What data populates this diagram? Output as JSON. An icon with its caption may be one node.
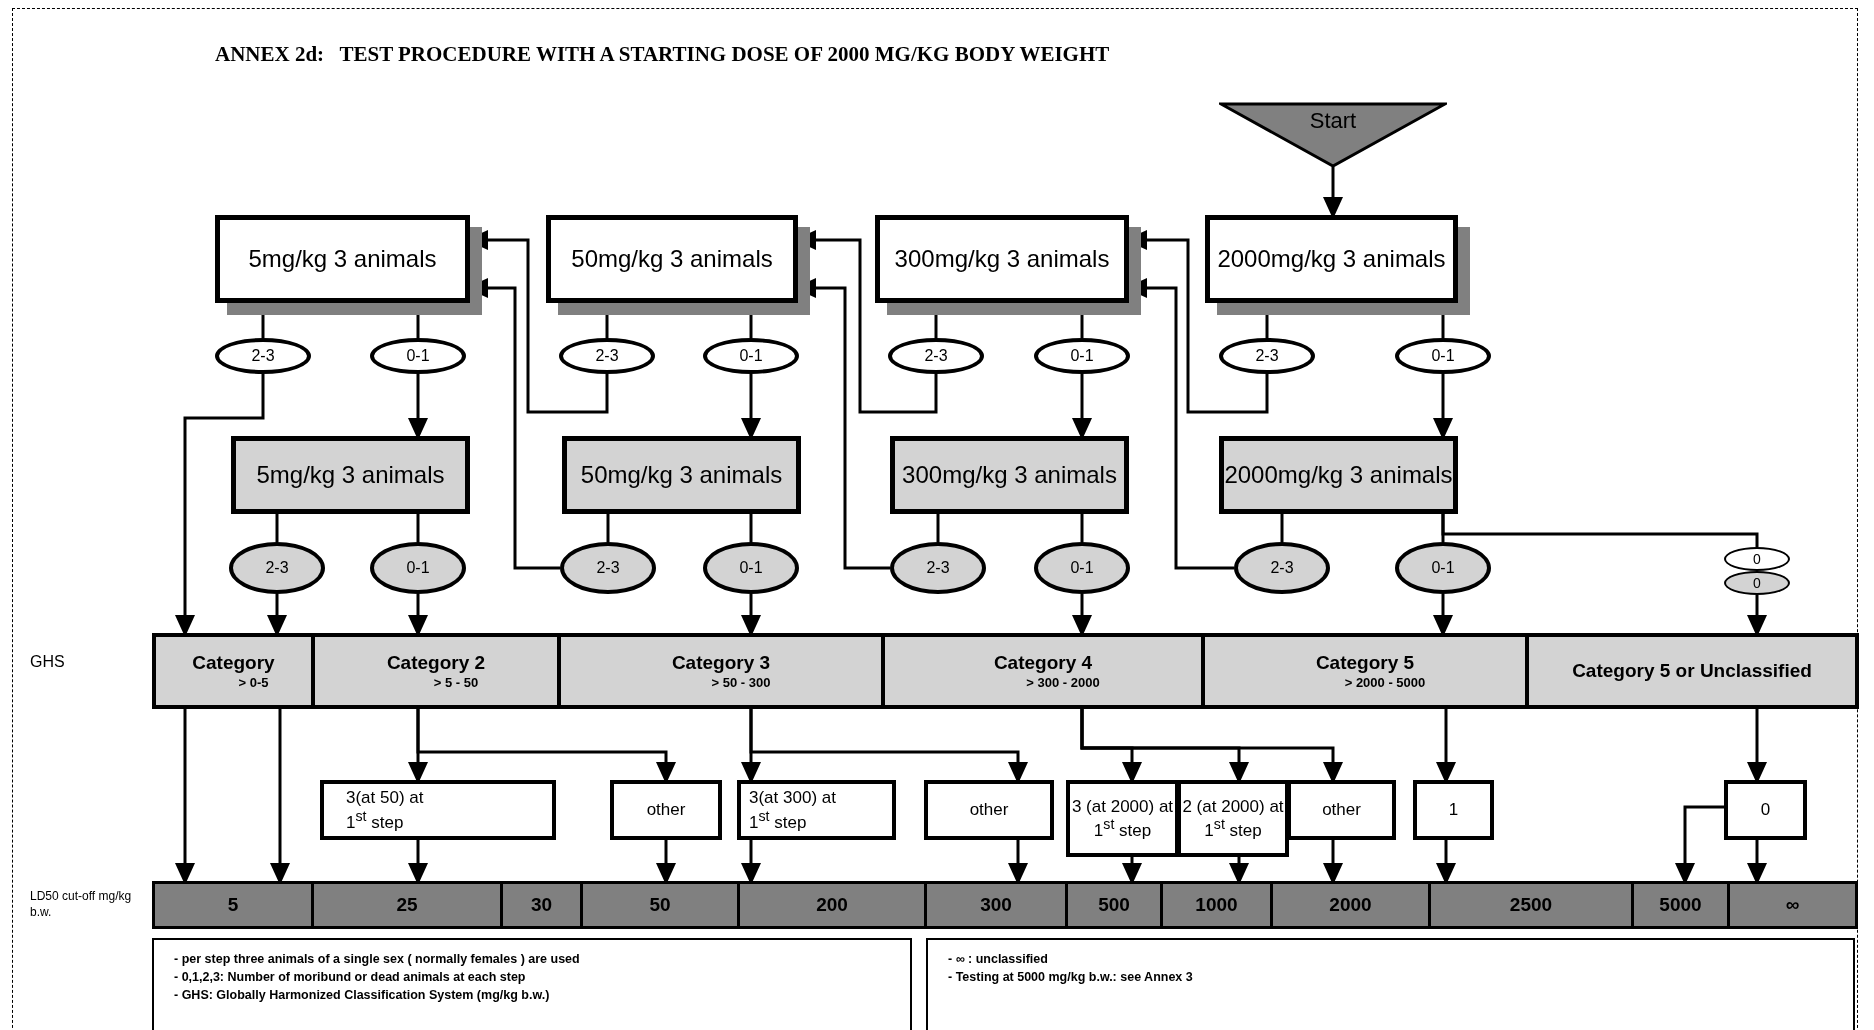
{
  "diagram": {
    "title": "ANNEX 2d:   TEST PROCEDURE WITH A STARTING DOSE OF 2000 MG/KG BODY WEIGHT",
    "nodes": [
      {
        "text": [
          "Start"
        ]
      },
      {
        "text": [
          "5mg/kg 3 animals"
        ]
      },
      {
        "text": [
          "50mg/kg 3 animals"
        ]
      },
      {
        "text": [
          "300mg/kg 3 animals"
        ]
      },
      {
        "text": [
          "2000mg/kg 3 animals"
        ]
      },
      {
        "text": [
          "2-3"
        ]
      },
      {
        "text": [
          "0-1"
        ]
      },
      {
        "text": [
          "2-3"
        ]
      },
      {
        "text": [
          "0-1"
        ]
      },
      {
        "text": [
          "2-3"
        ]
      },
      {
        "text": [
          "0-1"
        ]
      },
      {
        "text": [
          "2-3"
        ]
      },
      {
        "text": [
          "0-1"
        ]
      },
      {
        "text": [
          "5mg/kg 3 animals"
        ]
      },
      {
        "text": [
          "50mg/kg 3 animals"
        ]
      },
      {
        "text": [
          "300mg/kg 3 animals"
        ]
      },
      {
        "text": [
          "2000mg/kg 3 animals"
        ]
      },
      {
        "text": [
          "2-3"
        ]
      },
      {
        "text": [
          "0-1"
        ]
      },
      {
        "text": [
          "2-3"
        ]
      },
      {
        "text": [
          "0-1"
        ]
      },
      {
        "text": [
          "2-3"
        ]
      },
      {
        "text": [
          "0-1"
        ]
      },
      {
        "text": [
          "2-3"
        ]
      },
      {
        "text": [
          "0-1"
        ]
      },
      {
        "text": [
          "0"
        ]
      },
      {
        "text": [
          "0"
        ]
      },
      {
        "text": [
          "Category",
          "> 0-5"
        ]
      },
      {
        "text": [
          "Category 2",
          "> 5 - 50"
        ]
      },
      {
        "text": [
          "Category 3",
          "> 50 - 300"
        ]
      },
      {
        "text": [
          "Category 4",
          "> 300 - 2000"
        ]
      },
      {
        "text": [
          "Category 5",
          "> 2000 - 5000"
        ]
      },
      {
        "text": [
          "Category 5 or Unclassified"
        ]
      },
      {
        "text": [
          "3(at 50) at 1$^{st}$ step"
        ]
      },
      {
        "text": [
          "other"
        ]
      },
      {
        "text": [
          "3(at 300) at 1$^{st}$ step"
        ]
      },
      {
        "text": [
          "other"
        ]
      },
      {
        "text": [
          "3 (at 2000) at 1$^{st}$ step"
        ]
      },
      {
        "text": [
          "2 (at 2000) at 1$^{st}$ step"
        ]
      },
      {
        "text": [
          "other"
        ]
      },
      {
        "text": [
          "1"
        ]
      },
      {
        "text": [
          "0"
        ]
      },
      {
        "text": [
          "5"
        ]
      },
      {
        "text": [
          "25"
        ]
      },
      {
        "text": [
          "30"
        ]
      },
      {
        "text": [
          "50"
        ]
      },
      {
        "text": [
          "200"
        ]
      },
      {
        "text": [
          "300"
        ]
      },
      {
        "text": [
          "500"
        ]
      },
      {
        "text": [
          "1000"
        ]
      },
      {
        "text": [
          "2000"
        ]
      },
      {
        "text": [
          "2500"
        ]
      },
      {
        "text": [
          "5000"
        ]
      },
      {
        "text": [
          "∞"
        ]
      },
      {
        "text": [
          "- per step three animals of a single sex ( normally females ) are used",
          "- 0,1,2,3: Number of moribund or dead animals at each step",
          "- GHS: Globally Harmonized Classification System (mg/kg b.w.)"
        ]
      },
      {
        "text": [
          "- ∞ : unclassified",
          "- Testing at 5000 mg/kg b.w.: see Annex 3"
        ]
      }
    ],
    "edges": [
      {
        "from": 0,
        "to": 4,
        "arrow": "to"
      },
      {
        "from": 1,
        "to": 5,
        "arrow": "none"
      },
      {
        "from": 1,
        "to": 6,
        "arrow": "none"
      },
      {
        "from": 2,
        "to": 7,
        "arrow": "none"
      },
      {
        "from": 2,
        "to": 8,
        "arrow": "none"
      },
      {
        "from": 3,
        "to": 9,
        "arrow": "none"
      },
      {
        "from": 3,
        "to": 10,
        "arrow": "none"
      },
      {
        "from": 4,
        "to": 11,
        "arrow": "none"
      },
      {
        "from": 4,
        "to": 12,
        "arrow": "none"
      },
      {
        "from": 6,
        "to": 13,
        "arrow": "to"
      },
      {
        "from": 8,
        "to": 14,
        "arrow": "to"
      },
      {
        "from": 10,
        "to": 15,
        "arrow": "to"
      },
      {
        "from": 12,
        "to": 16,
        "arrow": "to"
      },
      {
        "from": 7,
        "to": 1,
        "arrow": "to"
      },
      {
        "from": 9,
        "to": 2,
        "arrow": "to"
      },
      {
        "from": 11,
        "to": 3,
        "arrow": "to"
      },
      {
        "from": 5,
        "to": 27,
        "arrow": "to"
      },
      {
        "from": 13,
        "to": 17,
        "arrow": "none"
      },
      {
        "from": 13,
        "to": 18,
        "arrow": "none"
      },
      {
        "from": 14,
        "to": 19,
        "arrow": "none"
      },
      {
        "from": 14,
        "to": 20,
        "arrow": "none"
      },
      {
        "from": 15,
        "to": 21,
        "arrow": "none"
      },
      {
        "from": 15,
        "to": 22,
        "arrow": "none"
      },
      {
        "from": 16,
        "to": 23,
        "arrow": "none"
      },
      {
        "from": 16,
        "to": 24,
        "arrow": "none"
      },
      {
        "from": 19,
        "to": 1,
        "arrow": "to"
      },
      {
        "from": 21,
        "to": 2,
        "arrow": "to"
      },
      {
        "from": 23,
        "to": 3,
        "arrow": "to"
      },
      {
        "from": 17,
        "to": 27,
        "arrow": "to"
      },
      {
        "from": 18,
        "to": 28,
        "arrow": "to"
      },
      {
        "from": 20,
        "to": 29,
        "arrow": "to"
      },
      {
        "from": 22,
        "to": 30,
        "arrow": "to"
      },
      {
        "from": 24,
        "to": 31,
        "arrow": "to"
      },
      {
        "from": 16,
        "to": 25,
        "arrow": "none"
      },
      {
        "from": 26,
        "to": 32,
        "arrow": "to"
      },
      {
        "from": 27,
        "to": 42,
        "arrow": "to"
      },
      {
        "from": 27,
        "to": 42,
        "arrow": "to"
      },
      {
        "from": 28,
        "to": 33,
        "arrow": "to"
      },
      {
        "from": 28,
        "to": 34,
        "arrow": "to"
      },
      {
        "from": 33,
        "to": 43,
        "arrow": "to"
      },
      {
        "from": 34,
        "to": 45,
        "arrow": "to"
      },
      {
        "from": 29,
        "to": 35,
        "arrow": "to"
      },
      {
        "from": 29,
        "to": 36,
        "arrow": "to"
      },
      {
        "from": 35,
        "to": 46,
        "arrow": "to"
      },
      {
        "from": 36,
        "to": 47,
        "arrow": "to"
      },
      {
        "from": 30,
        "to": 37,
        "arrow": "to"
      },
      {
        "from": 30,
        "to": 38,
        "arrow": "to"
      },
      {
        "from": 30,
        "to": 39,
        "arrow": "to"
      },
      {
        "from": 37,
        "to": 48,
        "arrow": "to"
      },
      {
        "from": 38,
        "to": 49,
        "arrow": "to"
      },
      {
        "from": 39,
        "to": 50,
        "arrow": "to"
      },
      {
        "from": 31,
        "to": 40,
        "arrow": "to"
      },
      {
        "from": 40,
        "to": 51,
        "arrow": "to"
      },
      {
        "from": 32,
        "to": 41,
        "arrow": "to"
      },
      {
        "from": 41,
        "to": 52,
        "arrow": "to"
      },
      {
        "from": 41,
        "to": 53,
        "arrow": "to"
      }
    ],
    "labels": [
      "GHS",
      "LD50 cut-off mg/kg b.w."
    ]
  }
}
